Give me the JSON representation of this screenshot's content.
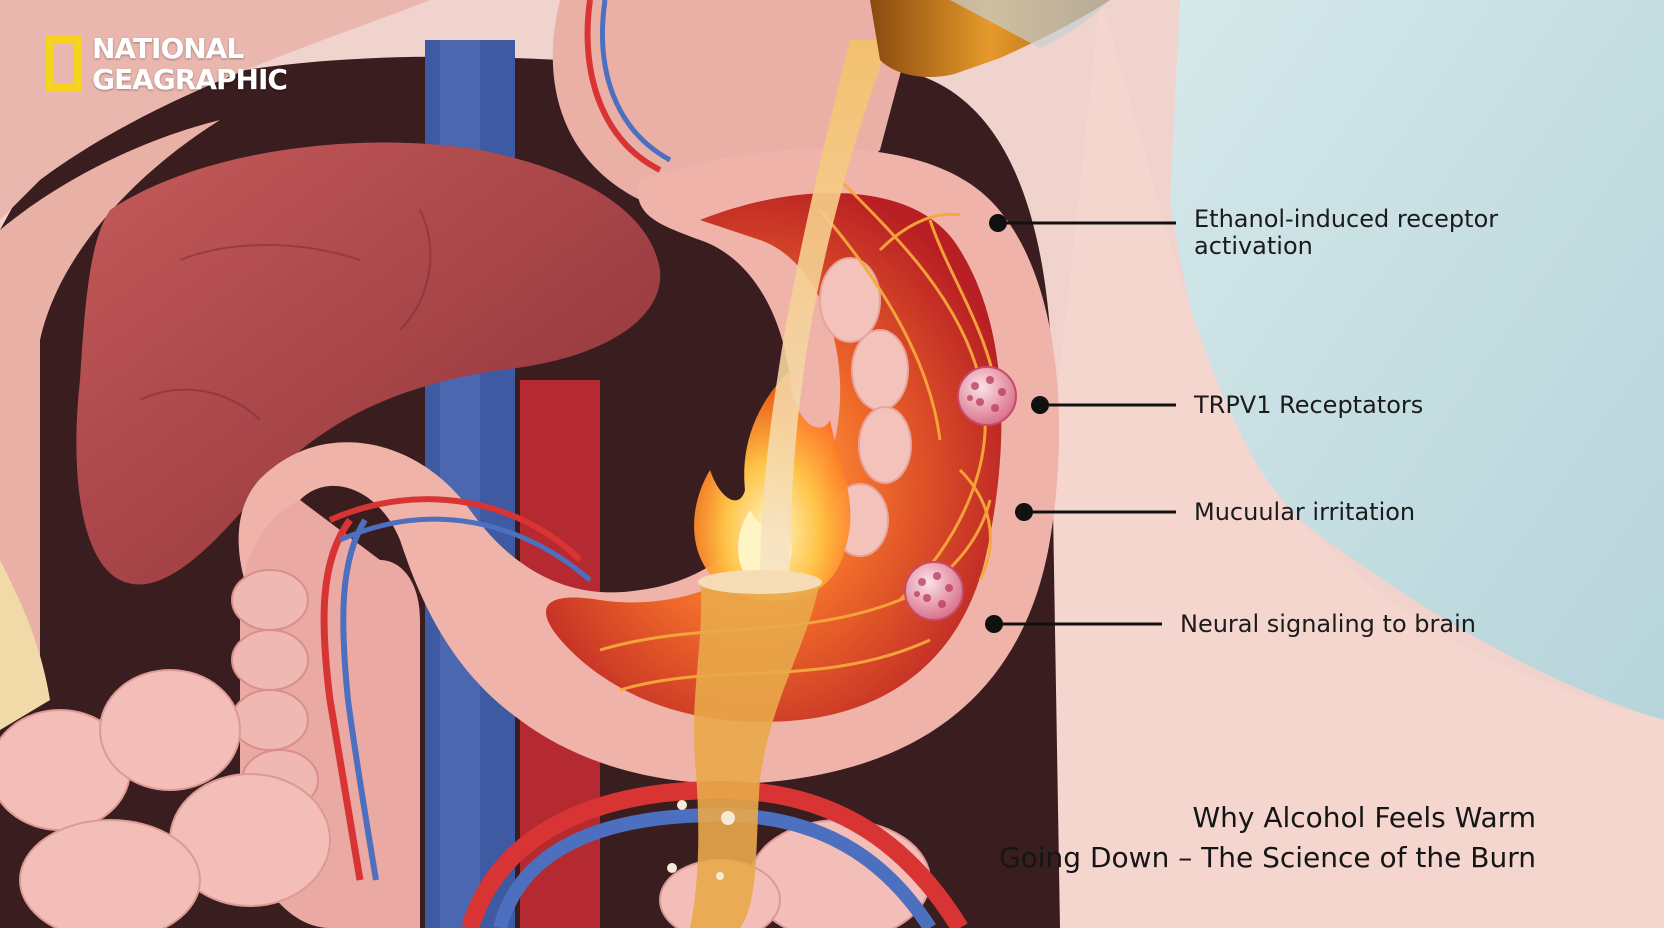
{
  "brand": {
    "line1": "NATIONAL",
    "line2": "GEAGRAPHIC",
    "frame_color": "#f6d31c"
  },
  "callouts": [
    {
      "line1": "Ethanol-induced receptor",
      "line2": "activation"
    },
    {
      "line1": "TRPV1 Receptators",
      "line2": ""
    },
    {
      "line1": "Mucuular irritation",
      "line2": ""
    },
    {
      "line1": "Neural signaling to brain",
      "line2": ""
    }
  ],
  "caption": {
    "line1": "Why Alcohol Feels Warm",
    "line2": "Going Down – The Science of the Burn"
  },
  "icons": [
    "flame-icon",
    "receptor-icon",
    "liquid-drop-icon"
  ],
  "colors": {
    "tissue": "#e9a7a0",
    "stomach_wall": "#c92d2d",
    "nerve": "#f3a33a",
    "artery": "#d83434",
    "vein": "#4d6fc0",
    "alcohol": "#e3b160",
    "background_right": "#bcd9de"
  }
}
